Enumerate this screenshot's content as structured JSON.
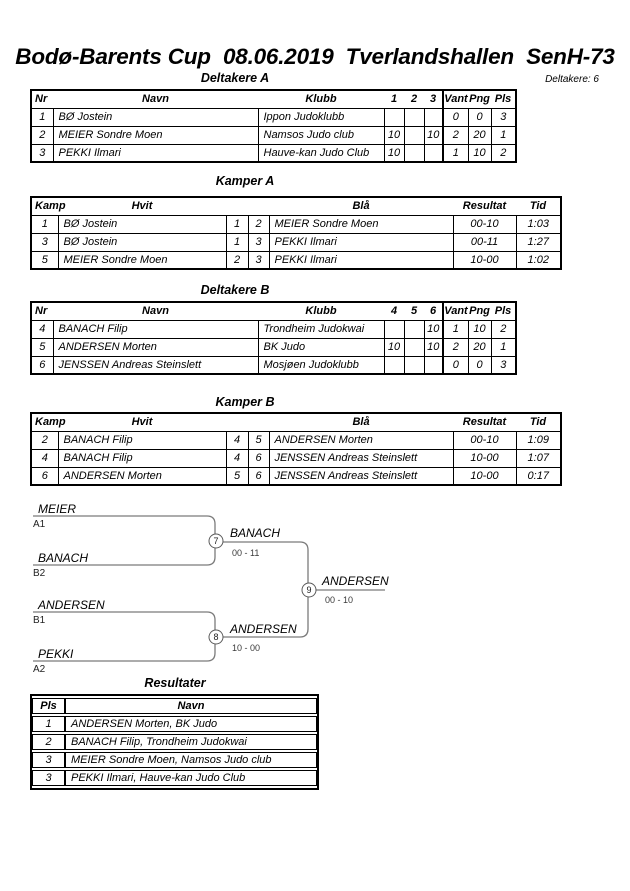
{
  "header": {
    "title": "Bodø-Barents Cup  08.06.2019  Tverlandshallen  SenH-73",
    "participants_note": "Deltakere: 6"
  },
  "sections": {
    "deltakereA": {
      "title": "Deltakere A",
      "headers": {
        "nr": "Nr",
        "navn": "Navn",
        "klubb": "Klubb",
        "c1": "1",
        "c2": "2",
        "c3": "3",
        "vant": "Vant",
        "png": "Png",
        "pls": "Pls"
      },
      "rows": [
        {
          "nr": "1",
          "navn": "BØ Jostein",
          "klubb": "Ippon Judoklubb",
          "c1": "",
          "c2": "",
          "c3": "",
          "vant": "0",
          "png": "0",
          "pls": "3"
        },
        {
          "nr": "2",
          "navn": "MEIER Sondre Moen",
          "klubb": "Namsos Judo club",
          "c1": "10",
          "c2": "",
          "c3": "10",
          "vant": "2",
          "png": "20",
          "pls": "1"
        },
        {
          "nr": "3",
          "navn": "PEKKI Ilmari",
          "klubb": "Hauve-kan Judo Club",
          "c1": "10",
          "c2": "",
          "c3": "",
          "vant": "1",
          "png": "10",
          "pls": "2"
        }
      ]
    },
    "kamperA": {
      "title": "Kamper A",
      "headers": {
        "kamp": "Kamp",
        "hvit": "Hvit",
        "bla": "Blå",
        "resultat": "Resultat",
        "tid": "Tid"
      },
      "rows": [
        {
          "kamp": "1",
          "hvit": "BØ Jostein",
          "n1": "1",
          "n2": "2",
          "bla": "MEIER Sondre Moen",
          "resultat": "00-10",
          "tid": "1:03"
        },
        {
          "kamp": "3",
          "hvit": "BØ Jostein",
          "n1": "1",
          "n2": "3",
          "bla": "PEKKI Ilmari",
          "resultat": "00-11",
          "tid": "1:27"
        },
        {
          "kamp": "5",
          "hvit": "MEIER Sondre Moen",
          "n1": "2",
          "n2": "3",
          "bla": "PEKKI Ilmari",
          "resultat": "10-00",
          "tid": "1:02"
        }
      ]
    },
    "deltakereB": {
      "title": "Deltakere B",
      "headers": {
        "nr": "Nr",
        "navn": "Navn",
        "klubb": "Klubb",
        "c1": "4",
        "c2": "5",
        "c3": "6",
        "vant": "Vant",
        "png": "Png",
        "pls": "Pls"
      },
      "rows": [
        {
          "nr": "4",
          "navn": "BANACH Filip",
          "klubb": "Trondheim Judokwai",
          "c1": "",
          "c2": "",
          "c3": "10",
          "vant": "1",
          "png": "10",
          "pls": "2"
        },
        {
          "nr": "5",
          "navn": "ANDERSEN Morten",
          "klubb": "BK Judo",
          "c1": "10",
          "c2": "",
          "c3": "10",
          "vant": "2",
          "png": "20",
          "pls": "1"
        },
        {
          "nr": "6",
          "navn": "JENSSEN Andreas Steinslett",
          "klubb": "Mosjøen Judoklubb",
          "c1": "",
          "c2": "",
          "c3": "",
          "vant": "0",
          "png": "0",
          "pls": "3"
        }
      ]
    },
    "kamperB": {
      "title": "Kamper B",
      "headers": {
        "kamp": "Kamp",
        "hvit": "Hvit",
        "bla": "Blå",
        "resultat": "Resultat",
        "tid": "Tid"
      },
      "rows": [
        {
          "kamp": "2",
          "hvit": "BANACH Filip",
          "n1": "4",
          "n2": "5",
          "bla": "ANDERSEN Morten",
          "resultat": "00-10",
          "tid": "1:09"
        },
        {
          "kamp": "4",
          "hvit": "BANACH Filip",
          "n1": "4",
          "n2": "6",
          "bla": "JENSSEN Andreas Steinslett",
          "resultat": "10-00",
          "tid": "1:07"
        },
        {
          "kamp": "6",
          "hvit": "ANDERSEN Morten",
          "n1": "5",
          "n2": "6",
          "bla": "JENSSEN Andreas Steinslett",
          "resultat": "10-00",
          "tid": "0:17"
        }
      ]
    },
    "resultater": {
      "title": "Resultater",
      "headers": {
        "pls": "Pls",
        "navn": "Navn"
      },
      "rows": [
        {
          "pls": "1",
          "navn": "ANDERSEN Morten, BK Judo"
        },
        {
          "pls": "2",
          "navn": "BANACH Filip, Trondheim Judokwai"
        },
        {
          "pls": "3",
          "navn": "MEIER Sondre Moen, Namsos Judo club"
        },
        {
          "pls": "3",
          "navn": "PEKKI Ilmari, Hauve-kan Judo Club"
        }
      ]
    }
  },
  "bracket": {
    "slots": [
      {
        "name": "MEIER",
        "seed": "A1"
      },
      {
        "name": "BANACH",
        "seed": "B2"
      },
      {
        "name": "ANDERSEN",
        "seed": "B1"
      },
      {
        "name": "PEKKI",
        "seed": "A2"
      }
    ],
    "matches": [
      {
        "number": "7",
        "winner": "BANACH",
        "score": "00 - 11"
      },
      {
        "number": "8",
        "winner": "ANDERSEN",
        "score": "10 - 00"
      },
      {
        "number": "9",
        "winner": "ANDERSEN",
        "score": "00 - 10"
      }
    ]
  }
}
